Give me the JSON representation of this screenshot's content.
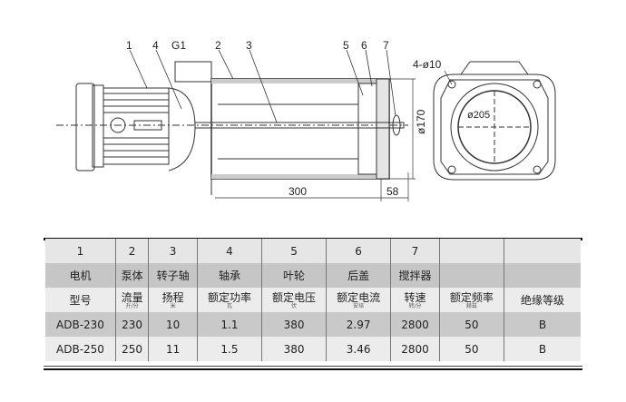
{
  "drawing": {
    "callouts": [
      "1",
      "4",
      "G1",
      "2",
      "3",
      "5",
      "6",
      "7"
    ],
    "dim_length": "300",
    "dim_tail": "58",
    "dim_dia": "ø170",
    "holes": "4-ø10",
    "flange_dia": "ø205"
  },
  "table": {
    "numbers": [
      "1",
      "2",
      "3",
      "4",
      "5",
      "6",
      "7",
      "",
      ""
    ],
    "parts": [
      "电机",
      "泵体",
      "转子轴",
      "轴承",
      "叶轮",
      "后盖",
      "搅拌器",
      "",
      ""
    ],
    "headers": [
      {
        "label": "型号",
        "unit": ""
      },
      {
        "label": "流量",
        "unit": "升/分"
      },
      {
        "label": "扬程",
        "unit": "米"
      },
      {
        "label": "额定功率",
        "unit": "瓦"
      },
      {
        "label": "额定电压",
        "unit": "伏"
      },
      {
        "label": "额定电流",
        "unit": "安培"
      },
      {
        "label": "转速",
        "unit": "转/分"
      },
      {
        "label": "额定频率",
        "unit": "赫兹"
      },
      {
        "label": "绝缘等级",
        "unit": ""
      }
    ],
    "rows": [
      [
        "ADB-230",
        "230",
        "10",
        "1.1",
        "380",
        "2.97",
        "2800",
        "50",
        "B"
      ],
      [
        "ADB-250",
        "250",
        "11",
        "1.5",
        "380",
        "3.46",
        "2800",
        "50",
        "B"
      ]
    ]
  }
}
